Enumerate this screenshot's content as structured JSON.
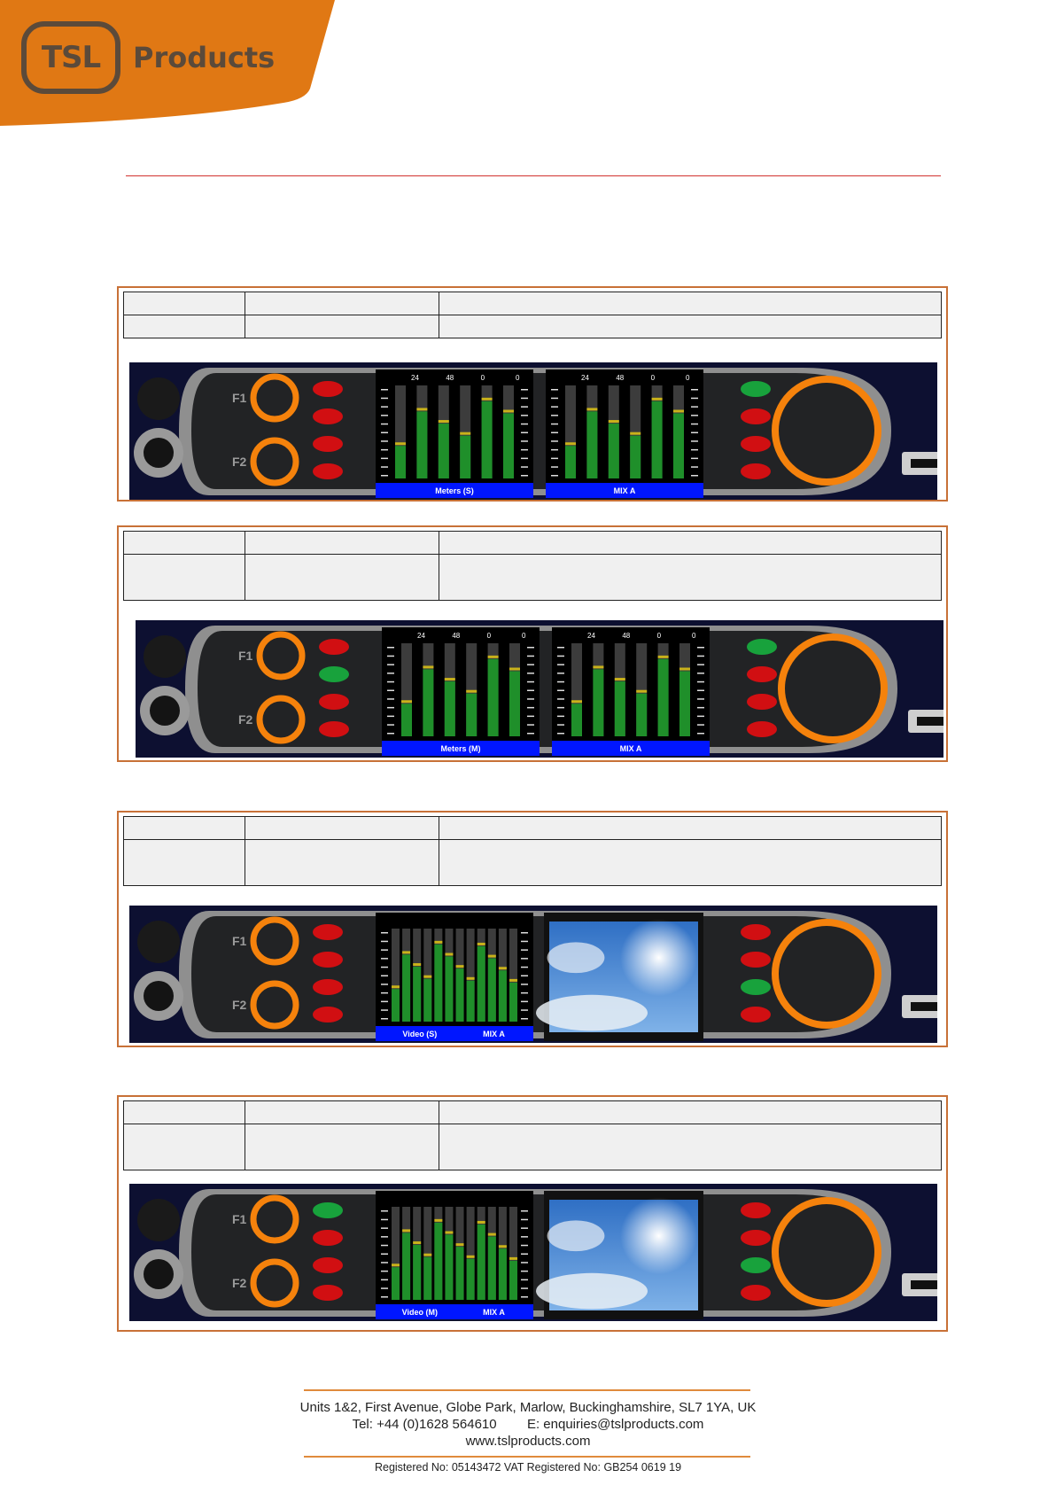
{
  "brand": {
    "logo_mark": "TSL",
    "logo_name": "Products",
    "colors": {
      "orange": "#E07814",
      "brown": "#5b4a3a",
      "rule_red": "#d2332f",
      "frame": "#c87137"
    }
  },
  "panels": [
    {
      "id": "a",
      "leds": [
        "red",
        "red",
        "red",
        "red"
      ],
      "right_leds": [
        "green",
        "red",
        "red",
        "red"
      ],
      "screen_left": {
        "kind": "meters",
        "caption": "Meters (S)",
        "top_labels": [
          "24",
          "48",
          "0",
          "0"
        ]
      },
      "screen_right": {
        "kind": "meters",
        "caption": "MIX A",
        "top_labels": [
          "24",
          "48",
          "0",
          "0"
        ]
      }
    },
    {
      "id": "b",
      "leds": [
        "red",
        "green",
        "red",
        "red"
      ],
      "right_leds": [
        "green",
        "red",
        "red",
        "red"
      ],
      "screen_left": {
        "kind": "meters",
        "caption": "Meters (M)",
        "top_labels": [
          "24",
          "48",
          "0",
          "0"
        ]
      },
      "screen_right": {
        "kind": "meters",
        "caption": "MIX A",
        "top_labels": [
          "24",
          "48",
          "0",
          "0"
        ]
      }
    },
    {
      "id": "c",
      "leds": [
        "red",
        "red",
        "red",
        "red"
      ],
      "right_leds": [
        "red",
        "red",
        "green",
        "red"
      ],
      "screen_left": {
        "kind": "meters-wide",
        "caption": "Video (S)",
        "caption2": "MIX A"
      },
      "screen_right": {
        "kind": "sky"
      }
    },
    {
      "id": "d",
      "leds": [
        "green",
        "red",
        "red",
        "red"
      ],
      "right_leds": [
        "red",
        "red",
        "green",
        "red"
      ],
      "screen_left": {
        "kind": "meters-wide",
        "caption": "Video (M)",
        "caption2": "MIX A"
      },
      "screen_right": {
        "kind": "sky"
      }
    }
  ],
  "labels": {
    "f1": "F1",
    "f2": "F2"
  },
  "footer": {
    "address": "Units 1&2, First Avenue, Globe Park, Marlow, Buckinghamshire, SL7 1YA, UK",
    "tel": "Tel: +44 (0)1628 564610",
    "email": "E: enquiries@tslproducts.com",
    "web": "www.tslproducts.com",
    "registered": "Registered No: 05143472 VAT Registered No: GB254 0619 19"
  }
}
